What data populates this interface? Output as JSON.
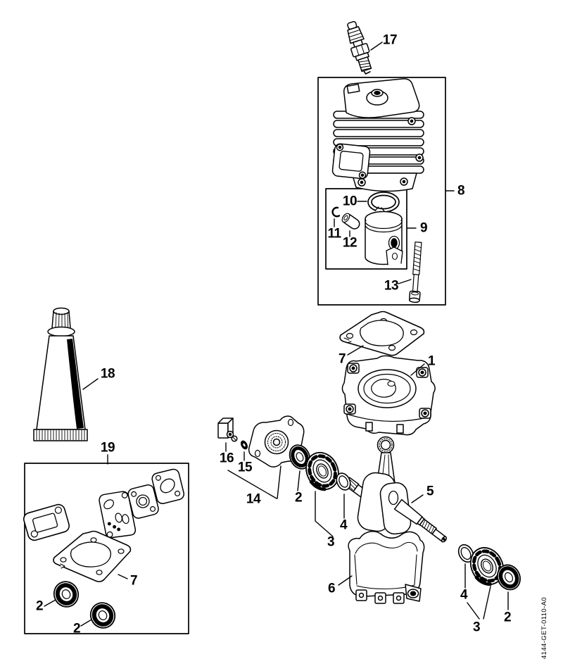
{
  "page": {
    "background": "#ffffff",
    "ink": "#000000"
  },
  "drawing_code": "4144-GET-0110-A0",
  "callouts": {
    "spark_plug": "17",
    "cylinder_assembly_box": "8",
    "piston_ring": "10",
    "circlip": "11",
    "wrist_pin": "12",
    "piston": "9",
    "cylinder_bolt": "13",
    "cylinder_gasket_top": "7",
    "crankcase_upper": "1",
    "crankshaft": "5",
    "plug_insert": "16",
    "small_clip": "15",
    "cover_plate": "14",
    "oil_seal_left": "2",
    "washer_left": "4",
    "bearing_left": "3",
    "crankcase_lower": "6",
    "washer_right": "4",
    "bearing_right": "3",
    "oil_seal_right": "2",
    "sealant_tube": "18",
    "gasket_set_box": "19",
    "gasket_set_cylinder_gasket": "7",
    "gasket_set_seal_a": "2",
    "gasket_set_seal_b": "2"
  }
}
